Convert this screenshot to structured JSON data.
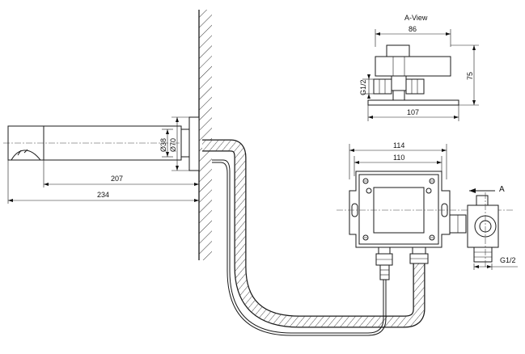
{
  "title": "",
  "view_label": "A-View",
  "view_marker": "A",
  "dims": {
    "spout_inner": "Ø38",
    "spout_flange": "Ø70",
    "spout_length_207": "207",
    "spout_length_234": "234",
    "box_width_114": "114",
    "box_width_110": "110",
    "thread_right": "G1/2",
    "view_width_86": "86",
    "view_width_107": "107",
    "view_height_75": "75",
    "view_thread": "G1/2"
  },
  "colors": {
    "line": "#1a1a1a",
    "background": "#ffffff"
  }
}
